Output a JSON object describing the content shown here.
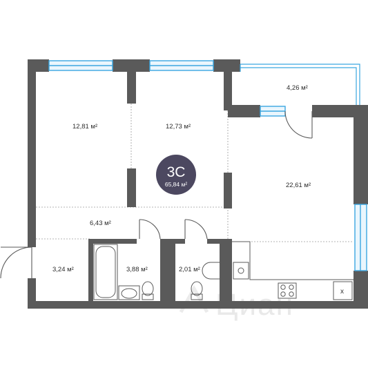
{
  "plan": {
    "type_badge": {
      "type": "3С",
      "area": "65,84 м²",
      "color": "#4c4860"
    },
    "rooms": {
      "bedroom_left": "12,81 м²",
      "bedroom_mid": "12,73 м²",
      "balcony": "4,26 м²",
      "living_kitchen": "22,61 м²",
      "hall": "6,43 м²",
      "entrance": "3,24 м²",
      "bathroom": "3,88 м²",
      "wc": "2,01 м²"
    },
    "stove_mark": "x",
    "watermark": "Циан",
    "colors": {
      "wall": "#5a5a5a",
      "window": "#3aa6e0",
      "dash": "#9a9a9a"
    }
  }
}
